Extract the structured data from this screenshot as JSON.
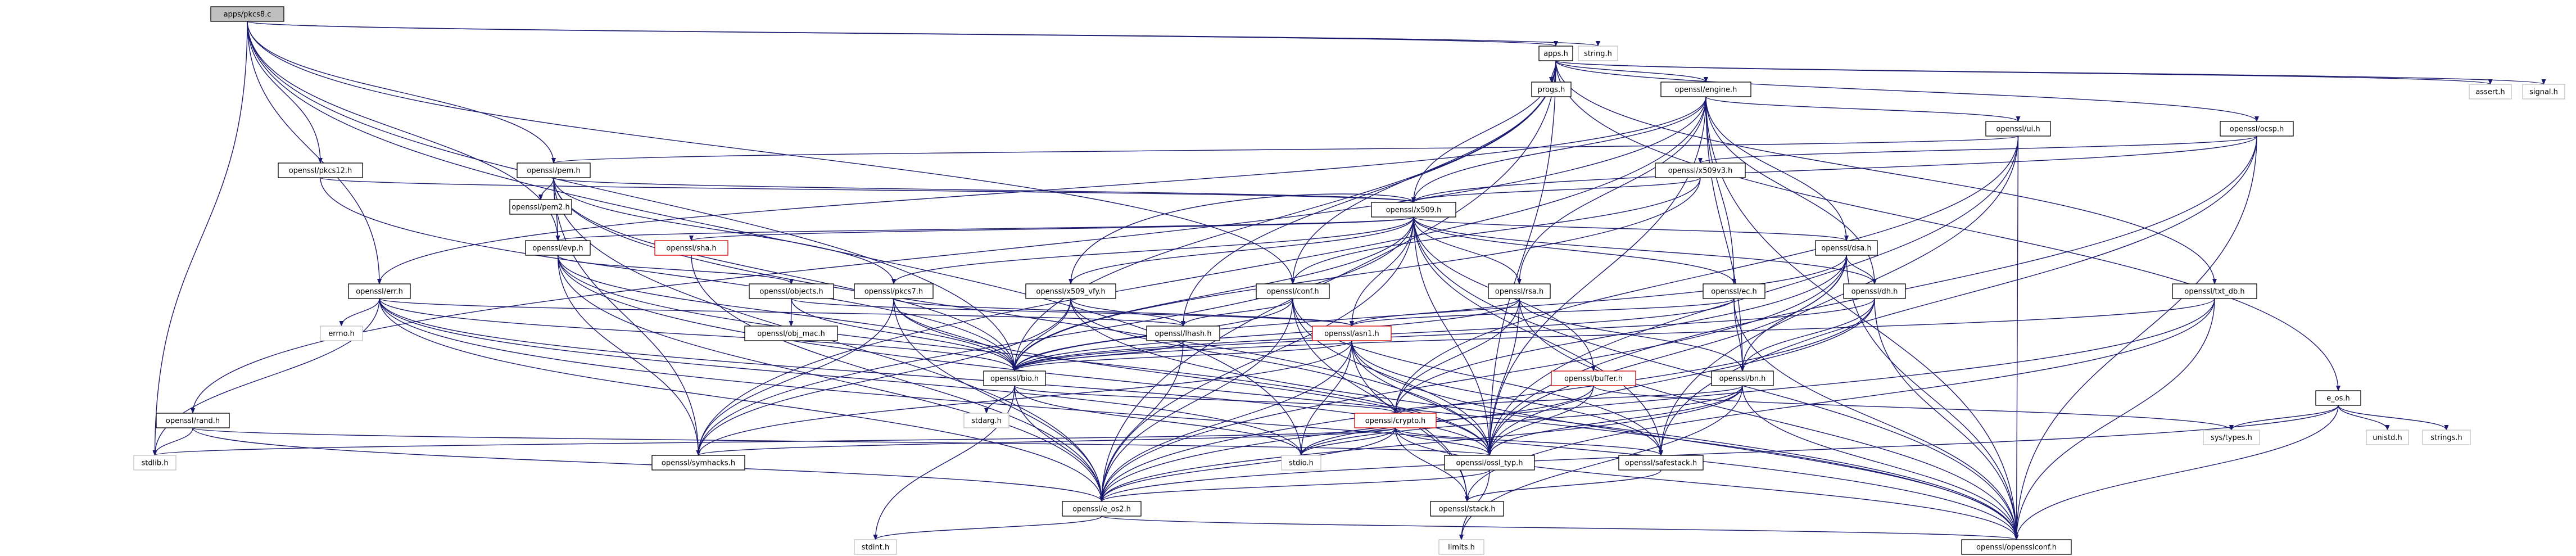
{
  "colors": {
    "edge": "#191970",
    "border_normal": "#000000",
    "border_red": "#cc0000",
    "border_gray": "#bfbfbf",
    "root_fill": "#bfbfbf",
    "fill": "#ffffff",
    "text": "#000000"
  },
  "nodes": [
    {
      "id": "root",
      "label": "apps/pkcs8.c",
      "style": "root"
    },
    {
      "id": "apps",
      "label": "apps.h",
      "style": "normal"
    },
    {
      "id": "stringh",
      "label": "string.h",
      "style": "gray"
    },
    {
      "id": "progs",
      "label": "progs.h",
      "style": "normal"
    },
    {
      "id": "engine",
      "label": "openssl/engine.h",
      "style": "normal"
    },
    {
      "id": "asserth",
      "label": "assert.h",
      "style": "gray"
    },
    {
      "id": "signalh",
      "label": "signal.h",
      "style": "gray"
    },
    {
      "id": "pkcs12",
      "label": "openssl/pkcs12.h",
      "style": "normal"
    },
    {
      "id": "pem",
      "label": "openssl/pem.h",
      "style": "normal"
    },
    {
      "id": "pem2",
      "label": "openssl/pem2.h",
      "style": "normal"
    },
    {
      "id": "ui",
      "label": "openssl/ui.h",
      "style": "normal"
    },
    {
      "id": "ocsp",
      "label": "openssl/ocsp.h",
      "style": "normal"
    },
    {
      "id": "x509v3",
      "label": "openssl/x509v3.h",
      "style": "normal"
    },
    {
      "id": "x509",
      "label": "openssl/x509.h",
      "style": "normal"
    },
    {
      "id": "sha",
      "label": "openssl/sha.h",
      "style": "red"
    },
    {
      "id": "evp",
      "label": "openssl/evp.h",
      "style": "normal"
    },
    {
      "id": "objects",
      "label": "openssl/objects.h",
      "style": "normal"
    },
    {
      "id": "objmac",
      "label": "openssl/obj_mac.h",
      "style": "normal"
    },
    {
      "id": "err",
      "label": "openssl/err.h",
      "style": "normal"
    },
    {
      "id": "errnoh",
      "label": "errno.h",
      "style": "gray"
    },
    {
      "id": "pkcs7",
      "label": "openssl/pkcs7.h",
      "style": "normal"
    },
    {
      "id": "x509vfy",
      "label": "openssl/x509_vfy.h",
      "style": "normal"
    },
    {
      "id": "conf",
      "label": "openssl/conf.h",
      "style": "normal"
    },
    {
      "id": "lhash",
      "label": "openssl/lhash.h",
      "style": "normal"
    },
    {
      "id": "rsa",
      "label": "openssl/rsa.h",
      "style": "normal"
    },
    {
      "id": "ec",
      "label": "openssl/ec.h",
      "style": "normal"
    },
    {
      "id": "dsa",
      "label": "openssl/dsa.h",
      "style": "normal"
    },
    {
      "id": "dh",
      "label": "openssl/dh.h",
      "style": "normal"
    },
    {
      "id": "txtdb",
      "label": "openssl/txt_db.h",
      "style": "normal"
    },
    {
      "id": "asn1",
      "label": "openssl/asn1.h",
      "style": "red"
    },
    {
      "id": "bio",
      "label": "openssl/bio.h",
      "style": "normal"
    },
    {
      "id": "buffer",
      "label": "openssl/buffer.h",
      "style": "red"
    },
    {
      "id": "bn",
      "label": "openssl/bn.h",
      "style": "normal"
    },
    {
      "id": "eos",
      "label": "e_os.h",
      "style": "normal"
    },
    {
      "id": "unistdh",
      "label": "unistd.h",
      "style": "gray"
    },
    {
      "id": "stringsh",
      "label": "strings.h",
      "style": "gray"
    },
    {
      "id": "systypes",
      "label": "sys/types.h",
      "style": "gray"
    },
    {
      "id": "rand",
      "label": "openssl/rand.h",
      "style": "normal"
    },
    {
      "id": "stdlibh",
      "label": "stdlib.h",
      "style": "gray"
    },
    {
      "id": "stdargh",
      "label": "stdarg.h",
      "style": "gray"
    },
    {
      "id": "crypto",
      "label": "openssl/crypto.h",
      "style": "red"
    },
    {
      "id": "symhacks",
      "label": "openssl/symhacks.h",
      "style": "normal"
    },
    {
      "id": "stdioh",
      "label": "stdio.h",
      "style": "gray"
    },
    {
      "id": "ossltyp",
      "label": "openssl/ossl_typ.h",
      "style": "normal"
    },
    {
      "id": "safestack",
      "label": "openssl/safestack.h",
      "style": "normal"
    },
    {
      "id": "e_os2",
      "label": "openssl/e_os2.h",
      "style": "normal"
    },
    {
      "id": "stack",
      "label": "openssl/stack.h",
      "style": "normal"
    },
    {
      "id": "limitsh",
      "label": "limits.h",
      "style": "gray"
    },
    {
      "id": "stdinth",
      "label": "stdint.h",
      "style": "gray"
    },
    {
      "id": "opensslconf",
      "label": "openssl/opensslconf.h",
      "style": "normal"
    }
  ],
  "edges": [
    [
      "root",
      "apps"
    ],
    [
      "root",
      "stringh"
    ],
    [
      "root",
      "pkcs12"
    ],
    [
      "root",
      "pem"
    ],
    [
      "root",
      "err"
    ],
    [
      "root",
      "evp"
    ],
    [
      "root",
      "bio"
    ],
    [
      "root",
      "conf"
    ],
    [
      "root",
      "stdioh"
    ],
    [
      "root",
      "stdlibh"
    ],
    [
      "apps",
      "progs"
    ],
    [
      "apps",
      "engine"
    ],
    [
      "apps",
      "asserth"
    ],
    [
      "apps",
      "signalh"
    ],
    [
      "apps",
      "ocsp"
    ],
    [
      "apps",
      "txtdb"
    ],
    [
      "apps",
      "eos"
    ],
    [
      "apps",
      "x509"
    ],
    [
      "apps",
      "lhash"
    ],
    [
      "apps",
      "bio"
    ],
    [
      "apps",
      "conf"
    ],
    [
      "apps",
      "ossltyp"
    ],
    [
      "apps",
      "e_os2"
    ],
    [
      "engine",
      "ui"
    ],
    [
      "engine",
      "x509"
    ],
    [
      "engine",
      "rsa"
    ],
    [
      "engine",
      "dsa"
    ],
    [
      "engine",
      "dh"
    ],
    [
      "engine",
      "ec"
    ],
    [
      "engine",
      "rand"
    ],
    [
      "engine",
      "err"
    ],
    [
      "engine",
      "ossltyp"
    ],
    [
      "engine",
      "opensslconf"
    ],
    [
      "engine",
      "bn"
    ],
    [
      "engine",
      "symhacks"
    ],
    [
      "ui",
      "pem"
    ],
    [
      "ui",
      "crypto"
    ],
    [
      "ui",
      "safestack"
    ],
    [
      "ui",
      "ossltyp"
    ],
    [
      "ui",
      "opensslconf"
    ],
    [
      "ocsp",
      "x509v3"
    ],
    [
      "ocsp",
      "x509"
    ],
    [
      "ocsp",
      "ossltyp"
    ],
    [
      "ocsp",
      "safestack"
    ],
    [
      "ocsp",
      "opensslconf"
    ],
    [
      "x509v3",
      "x509"
    ],
    [
      "x509v3",
      "bio"
    ],
    [
      "x509v3",
      "conf"
    ],
    [
      "pkcs12",
      "x509"
    ],
    [
      "pkcs12",
      "bio"
    ],
    [
      "pem",
      "pem2"
    ],
    [
      "pem",
      "x509"
    ],
    [
      "pem",
      "evp"
    ],
    [
      "pem",
      "bio"
    ],
    [
      "pem",
      "pkcs7"
    ],
    [
      "pem",
      "e_os2"
    ],
    [
      "pem",
      "symhacks"
    ],
    [
      "pem",
      "ossltyp"
    ],
    [
      "x509",
      "sha"
    ],
    [
      "x509",
      "evp"
    ],
    [
      "x509",
      "pkcs7"
    ],
    [
      "x509",
      "x509vfy"
    ],
    [
      "x509",
      "rsa"
    ],
    [
      "x509",
      "ec"
    ],
    [
      "x509",
      "dsa"
    ],
    [
      "x509",
      "dh"
    ],
    [
      "x509",
      "asn1"
    ],
    [
      "x509",
      "bio"
    ],
    [
      "x509",
      "buffer"
    ],
    [
      "x509",
      "symhacks"
    ],
    [
      "x509",
      "e_os2"
    ],
    [
      "x509",
      "ossltyp"
    ],
    [
      "x509",
      "safestack"
    ],
    [
      "x509",
      "opensslconf"
    ],
    [
      "sha",
      "e_os2"
    ],
    [
      "evp",
      "objects"
    ],
    [
      "evp",
      "bio"
    ],
    [
      "evp",
      "symhacks"
    ],
    [
      "evp",
      "e_os2"
    ],
    [
      "evp",
      "ossltyp"
    ],
    [
      "evp",
      "opensslconf"
    ],
    [
      "objects",
      "objmac"
    ],
    [
      "objects",
      "bio"
    ],
    [
      "objects",
      "asn1"
    ],
    [
      "err",
      "errnoh"
    ],
    [
      "err",
      "bio"
    ],
    [
      "err",
      "lhash"
    ],
    [
      "err",
      "e_os2"
    ],
    [
      "err",
      "stdioh"
    ],
    [
      "err",
      "stdlibh"
    ],
    [
      "err",
      "ossltyp"
    ],
    [
      "err",
      "opensslconf"
    ],
    [
      "pkcs7",
      "bio"
    ],
    [
      "pkcs7",
      "asn1"
    ],
    [
      "pkcs7",
      "symhacks"
    ],
    [
      "pkcs7",
      "ossltyp"
    ],
    [
      "pkcs7",
      "e_os2"
    ],
    [
      "x509vfy",
      "bio"
    ],
    [
      "x509vfy",
      "crypto"
    ],
    [
      "x509vfy",
      "lhash"
    ],
    [
      "x509vfy",
      "x509"
    ],
    [
      "x509vfy",
      "symhacks"
    ],
    [
      "x509vfy",
      "opensslconf"
    ],
    [
      "conf",
      "bio"
    ],
    [
      "conf",
      "lhash"
    ],
    [
      "conf",
      "stack"
    ],
    [
      "conf",
      "safestack"
    ],
    [
      "conf",
      "e_os2"
    ],
    [
      "conf",
      "ossltyp"
    ],
    [
      "lhash",
      "bio"
    ],
    [
      "lhash",
      "e_os2"
    ],
    [
      "rsa",
      "asn1"
    ],
    [
      "rsa",
      "bio"
    ],
    [
      "rsa",
      "bn"
    ],
    [
      "rsa",
      "crypto"
    ],
    [
      "rsa",
      "ossltyp"
    ],
    [
      "rsa",
      "opensslconf"
    ],
    [
      "ec",
      "asn1"
    ],
    [
      "ec",
      "bio"
    ],
    [
      "ec",
      "bn"
    ],
    [
      "ec",
      "opensslconf"
    ],
    [
      "dsa",
      "bio"
    ],
    [
      "dsa",
      "crypto"
    ],
    [
      "dsa",
      "dh"
    ],
    [
      "dsa",
      "bn"
    ],
    [
      "dsa",
      "ossltyp"
    ],
    [
      "dsa",
      "e_os2"
    ],
    [
      "dsa",
      "opensslconf"
    ],
    [
      "dh",
      "bio"
    ],
    [
      "dh",
      "bn"
    ],
    [
      "dh",
      "ossltyp"
    ],
    [
      "dh",
      "e_os2"
    ],
    [
      "dh",
      "opensslconf"
    ],
    [
      "txtdb",
      "bio"
    ],
    [
      "txtdb",
      "stack"
    ],
    [
      "txtdb",
      "e_os2"
    ],
    [
      "txtdb",
      "opensslconf"
    ],
    [
      "asn1",
      "bio"
    ],
    [
      "asn1",
      "stack"
    ],
    [
      "asn1",
      "safestack"
    ],
    [
      "asn1",
      "symhacks"
    ],
    [
      "asn1",
      "ossltyp"
    ],
    [
      "asn1",
      "e_os2"
    ],
    [
      "asn1",
      "opensslconf"
    ],
    [
      "asn1",
      "stdioh"
    ],
    [
      "bio",
      "stdargh"
    ],
    [
      "bio",
      "crypto"
    ],
    [
      "bio",
      "e_os2"
    ],
    [
      "bio",
      "stdioh"
    ],
    [
      "bio",
      "stdinth"
    ],
    [
      "buffer",
      "ossltyp"
    ],
    [
      "buffer",
      "systypes"
    ],
    [
      "buffer",
      "stdioh"
    ],
    [
      "bn",
      "crypto"
    ],
    [
      "bn",
      "ossltyp"
    ],
    [
      "bn",
      "limitsh"
    ],
    [
      "bn",
      "e_os2"
    ],
    [
      "bn",
      "stdioh"
    ],
    [
      "bn",
      "opensslconf"
    ],
    [
      "eos",
      "unistdh"
    ],
    [
      "eos",
      "stringsh"
    ],
    [
      "eos",
      "systypes"
    ],
    [
      "eos",
      "e_os2"
    ],
    [
      "eos",
      "opensslconf"
    ],
    [
      "rand",
      "stdlibh"
    ],
    [
      "rand",
      "ossltyp"
    ],
    [
      "rand",
      "e_os2"
    ],
    [
      "crypto",
      "stack"
    ],
    [
      "crypto",
      "safestack"
    ],
    [
      "crypto",
      "symhacks"
    ],
    [
      "crypto",
      "ossltyp"
    ],
    [
      "crypto",
      "opensslconf"
    ],
    [
      "crypto",
      "e_os2"
    ],
    [
      "crypto",
      "stdlibh"
    ],
    [
      "crypto",
      "stdioh"
    ],
    [
      "safestack",
      "stack"
    ],
    [
      "ossltyp",
      "e_os2"
    ],
    [
      "ossltyp",
      "limitsh"
    ],
    [
      "e_os2",
      "opensslconf"
    ],
    [
      "e_os2",
      "stdinth"
    ]
  ]
}
